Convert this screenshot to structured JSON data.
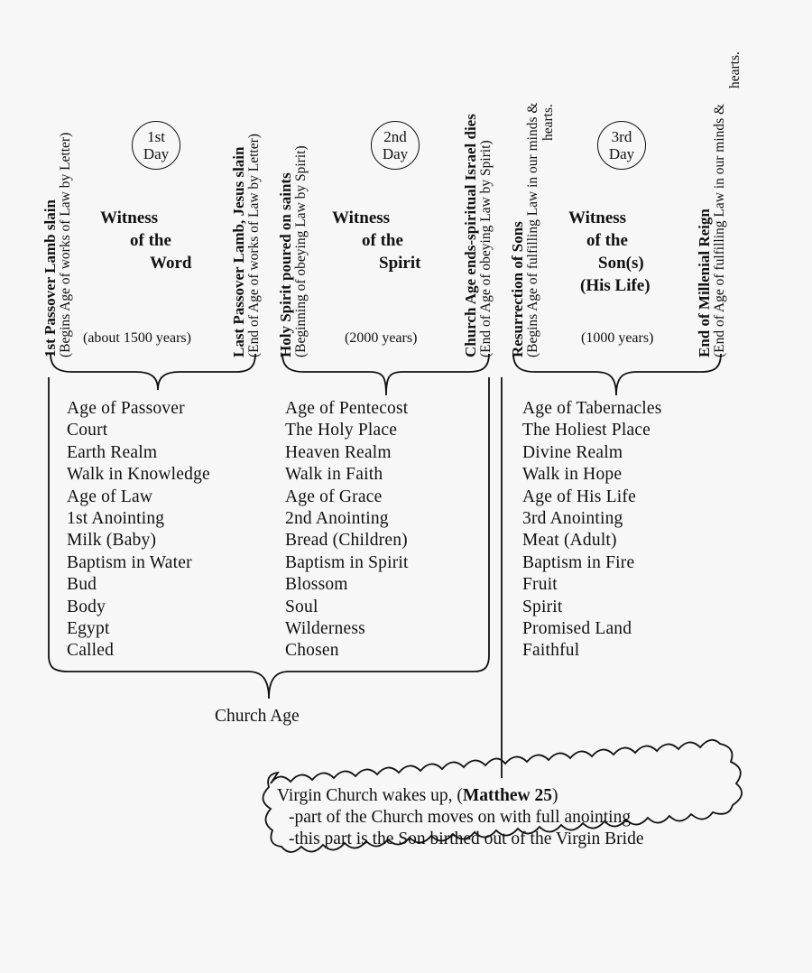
{
  "days": [
    {
      "circle": {
        "line1": "1st",
        "line2": "Day"
      },
      "witness": [
        "Witness",
        "of the",
        "Word"
      ],
      "years": "(about 1500 years)",
      "start_marker": {
        "main": "1st Passover Lamb slain",
        "sub": "(Begins Age of works of Law by Letter)"
      },
      "end_marker": {
        "main": "Last Passover Lamb, Jesus slain",
        "sub": "(End of Age of works of Law by Letter)"
      },
      "items": [
        "Age of Passover",
        "Court",
        "Earth Realm",
        "Walk in Knowledge",
        "Age of Law",
        "1st Anointing",
        "Milk (Baby)",
        "Baptism in Water",
        "Bud",
        "Body",
        "Egypt",
        "Called"
      ]
    },
    {
      "circle": {
        "line1": "2nd",
        "line2": "Day"
      },
      "witness": [
        "Witness",
        "of the",
        "Spirit"
      ],
      "years": "(2000 years)",
      "start_marker": {
        "main": "Holy Spirit poured on saints",
        "sub": "(Beginning of obeying Law by Spirit)"
      },
      "end_marker": {
        "main": "Church Age ends-spiritual Israel dies",
        "sub": "(End of Age of obeying Law by Spirit)"
      },
      "items": [
        "Age of Pentecost",
        "The Holy Place",
        "Heaven Realm",
        "Walk in Faith",
        "Age of Grace",
        "2nd Anointing",
        "Bread (Children)",
        "Baptism in Spirit",
        "Blossom",
        "Soul",
        "Wilderness",
        "Chosen"
      ]
    },
    {
      "circle": {
        "line1": "3rd",
        "line2": "Day"
      },
      "witness": [
        "Witness",
        "of the",
        "Son(s)",
        "(His Life)"
      ],
      "years": "(1000 years)",
      "start_marker": {
        "main": "Resurrection of Sons",
        "sub": "(Begins Age of fulfilling Law in our minds &",
        "sub2": "hearts."
      },
      "end_marker": {
        "main": "End of Millenial Reign",
        "sub": "(End of Age of fulfilling Law in our minds &",
        "sub2": "hearts."
      },
      "items": [
        "Age of Tabernacles",
        "The Holiest Place",
        "Divine Realm",
        "Walk in Hope",
        "Age of His Life",
        "3rd Anointing",
        "Meat (Adult)",
        "Baptism in Fire",
        "Fruit",
        "Spirit",
        "Promised Land",
        "Faithful"
      ]
    }
  ],
  "church_age_label": "Church Age",
  "cloud": {
    "line1_prefix": "Virgin Church wakes up, (",
    "line1_bold": "Matthew 25",
    "line1_suffix": ")",
    "line2": "-part of the Church moves on with full anointing",
    "line3": "-this part is the Son birthed out of the Virgin Bride"
  }
}
